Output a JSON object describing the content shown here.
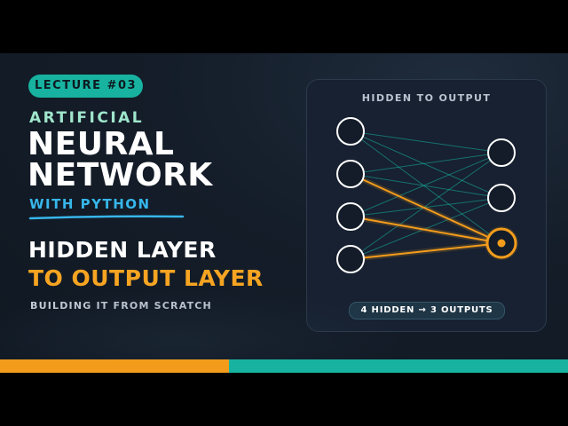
{
  "lecture": {
    "badge": "LECTURE #03"
  },
  "title": {
    "kicker": "ARTIFICIAL",
    "line1": "NEURAL",
    "line2": "NETWORK",
    "subtitle": "WITH PYTHON"
  },
  "heading": {
    "line1": "HIDDEN LAYER",
    "line2": "TO OUTPUT LAYER",
    "tagline": "BUILDING IT FROM SCRATCH"
  },
  "diagram": {
    "title": "HIDDEN TO OUTPUT",
    "caption": "4 HIDDEN → 3 OUTPUTS",
    "hidden_count": 4,
    "output_count": 3,
    "highlighted_output": 2
  },
  "colors": {
    "teal": "#17b3a0",
    "orange": "#f39c1c",
    "cyan": "#37b6ea",
    "mint": "#9fe6cc",
    "background": "#141d29"
  },
  "icons": {
    "active_node": "highlighted-output-node-icon"
  }
}
